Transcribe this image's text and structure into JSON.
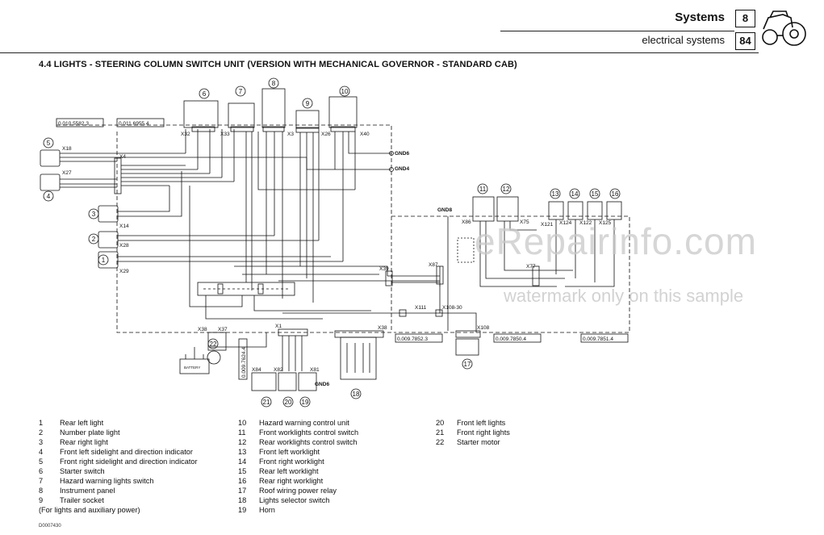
{
  "header": {
    "title": "Systems",
    "section_number": "8",
    "subtitle": "electrical systems",
    "page_number": "84"
  },
  "section_title": "4.4 LIGHTS - STEERING COLUMN SWITCH UNIT (VERSION WITH MECHANICAL GOVERNOR - STANDARD CAB)",
  "diagram": {
    "ref_labels": [
      "0.010.5582.3",
      "0.011.6955.4",
      "0.009.7852.3",
      "0.009.7850.4",
      "0.009.7851.4",
      "0.009.7624.4"
    ],
    "connectors": [
      "X18",
      "X27",
      "X4",
      "X14",
      "X28",
      "X29",
      "X32",
      "X33",
      "X3",
      "X26",
      "X40",
      "X39",
      "X87",
      "X86",
      "X75",
      "X77",
      "X121",
      "X124",
      "X122",
      "X125",
      "X111",
      "X108-30",
      "X108",
      "X1",
      "X38",
      "X38",
      "X37",
      "X84",
      "X82",
      "X81"
    ],
    "grounds": [
      "GND6",
      "GND4",
      "GND8",
      "GND6"
    ],
    "battery_label": "BATTERY",
    "callouts": [
      "1",
      "2",
      "3",
      "4",
      "5",
      "6",
      "7",
      "8",
      "9",
      "10",
      "11",
      "12",
      "13",
      "14",
      "15",
      "16",
      "17",
      "18",
      "19",
      "20",
      "21",
      "22"
    ]
  },
  "legend": {
    "col1": [
      {
        "n": "1",
        "t": "Rear left light"
      },
      {
        "n": "2",
        "t": "Number plate light"
      },
      {
        "n": "3",
        "t": "Rear right light"
      },
      {
        "n": "4",
        "t": "Front left sidelight and direction indicator"
      },
      {
        "n": "5",
        "t": "Front right sidelight and direction indicator"
      },
      {
        "n": "6",
        "t": "Starter switch"
      },
      {
        "n": "7",
        "t": "Hazard warning lights switch"
      },
      {
        "n": "8",
        "t": "Instrument panel"
      },
      {
        "n": "9",
        "t": "Trailer socket"
      },
      {
        "n": "",
        "t": "(For lights and auxiliary power)"
      }
    ],
    "col2": [
      {
        "n": "10",
        "t": "Hazard warning control unit"
      },
      {
        "n": "11",
        "t": "Front worklights control switch"
      },
      {
        "n": "12",
        "t": "Rear worklights control switch"
      },
      {
        "n": "13",
        "t": "Front left worklight"
      },
      {
        "n": "14",
        "t": "Front right worklight"
      },
      {
        "n": "15",
        "t": "Rear left worklight"
      },
      {
        "n": "16",
        "t": "Rear right worklight"
      },
      {
        "n": "17",
        "t": "Roof wiring power relay"
      },
      {
        "n": "18",
        "t": "Lights selector switch"
      },
      {
        "n": "19",
        "t": "Horn"
      }
    ],
    "col3": [
      {
        "n": "20",
        "t": "Front left lights"
      },
      {
        "n": "21",
        "t": "Front right lights"
      },
      {
        "n": "22",
        "t": "Starter motor"
      }
    ]
  },
  "document_code": "D0007430",
  "watermark": {
    "line1": "eRepairinfo.com",
    "line2": "watermark only on this sample"
  }
}
